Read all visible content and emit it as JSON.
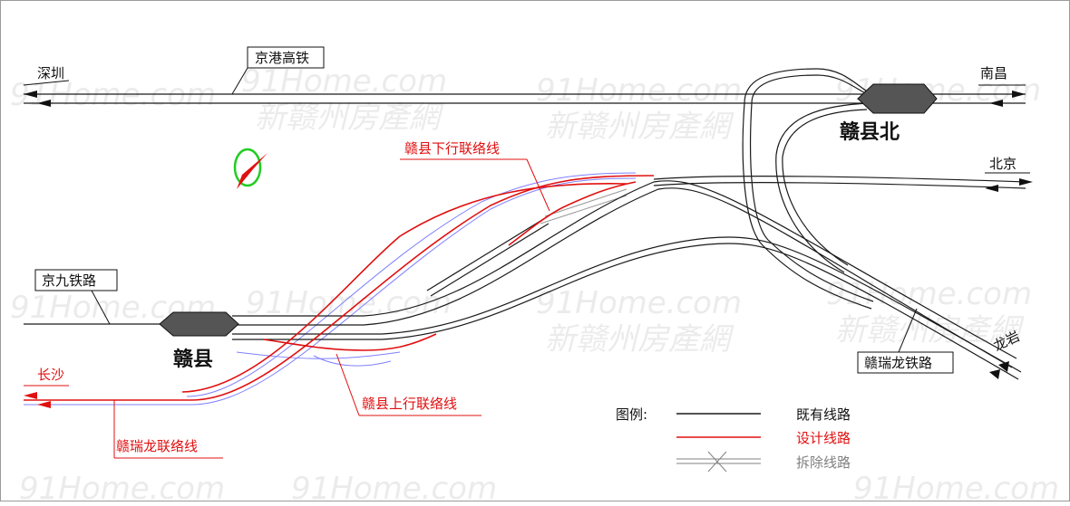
{
  "stations": {
    "ganxian": "赣县",
    "ganxian_north": "赣县北"
  },
  "lines": {
    "jinggang": "京港高铁",
    "jingjiu": "京九铁路",
    "ganruilong_rail": "赣瑞龙铁路",
    "ganruilong_link": "赣瑞龙联络线",
    "down_link": "赣县下行联络线",
    "up_link": "赣县上行联络线"
  },
  "directions": {
    "shenzhen": "深圳",
    "nanchang": "南昌",
    "beijing": "北京",
    "longyan": "龙岩",
    "changsha": "长沙"
  },
  "legend": {
    "title": "图例:",
    "existing": "既有线路",
    "designed": "设计线路",
    "removed": "拆除线路"
  },
  "watermark": {
    "script": "91Home.com",
    "brand": "新赣州房產網"
  },
  "colors": {
    "existing": "#1a1a1a",
    "designed": "#e01010",
    "removed": "#8080ff",
    "compass_ring": "#22cc22",
    "compass_needle": "#e01010",
    "station_fill": "#555555"
  }
}
